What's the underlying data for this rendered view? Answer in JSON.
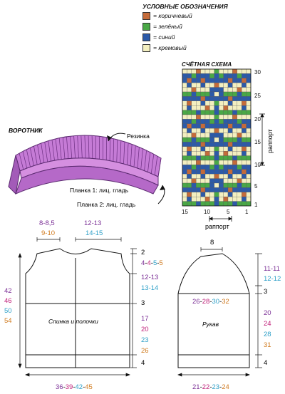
{
  "legend": {
    "title": "УСЛОВНЫЕ ОБОЗНАЧЕНИЯ",
    "items": [
      {
        "label": "= коричневый",
        "color": "#c46b3a"
      },
      {
        "label": "= зелёный",
        "color": "#4aa846"
      },
      {
        "label": "= синий",
        "color": "#2c5aa8"
      },
      {
        "label": "= кремовый",
        "color": "#f3efc0"
      }
    ]
  },
  "chart": {
    "title": "СЧЁТНАЯ СХЕМА",
    "row_ticks": [
      "30",
      "25",
      "20",
      "15",
      "10",
      "5",
      "1"
    ],
    "col_ticks": [
      "15",
      "10",
      "5",
      "1"
    ],
    "repeat_label": "раппорт",
    "repeat_label_vertical": "раппорт"
  },
  "collar": {
    "title": "ВОРОТНИК",
    "ribbing": "Резинка",
    "band1": "Планка 1: лиц. гладь",
    "band2": "Планка 2: лиц. гладь"
  },
  "body": {
    "label": "Спинка и полочки",
    "top_left": [
      {
        "text": "8-8,5",
        "color": "#7b2f96"
      },
      {
        "text": "12-13",
        "color": "#7b2f96"
      }
    ],
    "top_left2": [
      {
        "text": "9-10",
        "color": "#d07a1e"
      },
      {
        "text": "14-15",
        "color": "#2fa0c8"
      }
    ],
    "left_sizes": [
      {
        "text": "42",
        "color": "#7b2f96"
      },
      {
        "text": "46",
        "color": "#c0207a"
      },
      {
        "text": "50",
        "color": "#2fa0c8"
      },
      {
        "text": "54",
        "color": "#d07a1e"
      }
    ],
    "right_top": "2",
    "right_neck": [
      "4",
      "-",
      "4",
      "-",
      "5",
      "-",
      "5"
    ],
    "right_arm1": [
      "12-13"
    ],
    "right_arm2": [
      "13-14"
    ],
    "right_band": "3",
    "right_lower": [
      {
        "text": "17",
        "color": "#7b2f96"
      },
      {
        "text": "20",
        "color": "#c0207a"
      },
      {
        "text": "23",
        "color": "#2fa0c8"
      },
      {
        "text": "26",
        "color": "#d07a1e"
      }
    ],
    "right_bottom": "4",
    "bottom": [
      "36",
      "-",
      "39",
      "-",
      "42",
      "-",
      "45"
    ]
  },
  "sleeve": {
    "label": "Рукав",
    "top": "8",
    "cap_width": [
      "26",
      "-",
      "28",
      "-",
      "30",
      "-",
      "32"
    ],
    "right_top1": [
      "11-11"
    ],
    "right_top2": [
      "12-12"
    ],
    "right_band": "3",
    "right_lower": [
      {
        "text": "20",
        "color": "#7b2f96"
      },
      {
        "text": "24",
        "color": "#c0207a"
      },
      {
        "text": "28",
        "color": "#2fa0c8"
      },
      {
        "text": "31",
        "color": "#d07a1e"
      }
    ],
    "right_bottom": "4",
    "bottom": [
      "21",
      "-",
      "22",
      "-",
      "23",
      "-",
      "24"
    ]
  },
  "colors": {
    "purple": "#7b2f96",
    "magenta": "#c0207a",
    "cyan": "#2fa0c8",
    "orange": "#d07a1e"
  }
}
